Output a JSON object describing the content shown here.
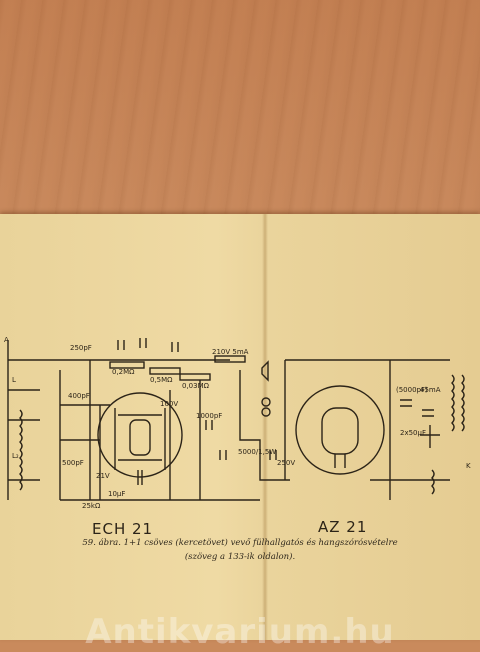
{
  "labels": {
    "antenna": "A",
    "cap_250pf": "250pF",
    "cap_400pf": "400pF",
    "cap_500pf": "500pF",
    "res_02m": "0,2MΩ",
    "res_05m": "0,5MΩ",
    "res_003m": "0,03MΩ",
    "res_25k": "25kΩ",
    "volt_100": "100V",
    "volt_250": "250V",
    "volt_21v": "21V",
    "supply_label": "210V 5mA",
    "cap_1000pf": "1000pF",
    "cap_2x50": "2x50µF",
    "mfd_10": "10µF",
    "current_45": "45mA",
    "cap_5000pf": "(5000pF)",
    "sw_5000": "5000/1,5W",
    "node_k": "K",
    "node_l": "L",
    "node_l2": "L₂"
  },
  "tubes": {
    "left": "ECH 21",
    "right": "AZ 21"
  },
  "caption": {
    "line1": "59. ábra. 1+1 csöves (kercetövet) vevő fülhallgatós és hangszórósvételre",
    "line2": "(szöveg a 133-ik oldalon)."
  },
  "watermark": "Antikvarium.hu"
}
